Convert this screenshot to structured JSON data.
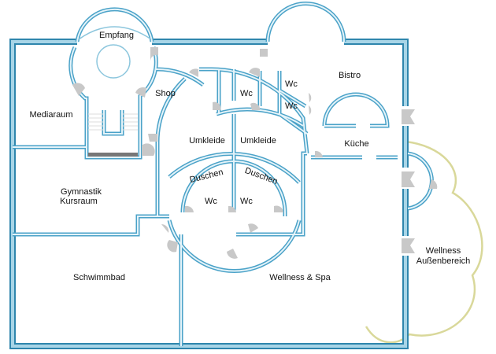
{
  "title": "Grundriss",
  "rooms": {
    "empfang": "Empfang",
    "shop": "Shop",
    "mediaraum": "Mediaraum",
    "wc1": "Wc",
    "wc2": "Wc",
    "wc3": "Wc",
    "bistro": "Bistro",
    "umkleide1": "Umkleide",
    "umkleide2": "Umkleide",
    "kueche": "Küche",
    "duschen1": "Duschen",
    "duschen2": "Duschen",
    "wc4": "Wc",
    "wc5": "Wc",
    "gymnastik_line1": "Gymnastik",
    "gymnastik_line2": "Kursraum",
    "schwimmbad": "Schwimmbad",
    "wellness_spa": "Wellness & Spa",
    "aussen_line1": "Wellness",
    "aussen_line2": "Außenbereich"
  },
  "colors": {
    "wall": "#2f86ad",
    "wall_fill": "#a8d5e7",
    "door": "#c8c8c8",
    "outdoor": "#d9d89a",
    "stair_bar": "#777777"
  }
}
